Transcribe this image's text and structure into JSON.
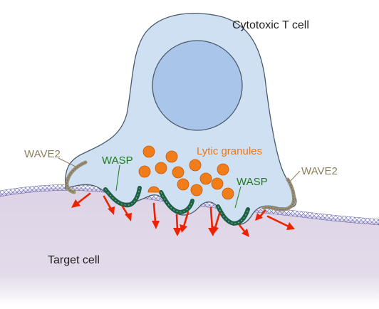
{
  "labels": {
    "t_cell": "Cytotoxic T cell",
    "target_cell": "Target cell",
    "lytic_granules": "Lytic granules",
    "wasp_left": "WASP",
    "wasp_right": "WASP",
    "wave2_left": "WAVE2",
    "wave2_right": "WAVE2"
  },
  "colors": {
    "t_cell_fill": "#cfe0f2",
    "t_cell_stroke": "#4a5a6a",
    "nucleus_fill": "#a9c6ea",
    "target_fill": "#ddd3e6",
    "granule_fill": "#f07d1a",
    "arrow": "#ee2200",
    "wasp_text": "#1e7a1e",
    "wasp_actin": "#1f5f4a",
    "wave2_text": "#8b7f5c",
    "wave2_actin": "#9a8f6a",
    "granule_label": "#e8781a",
    "mesh": "#5a5fb0"
  },
  "granule_count": 13,
  "arrow_count": 11
}
